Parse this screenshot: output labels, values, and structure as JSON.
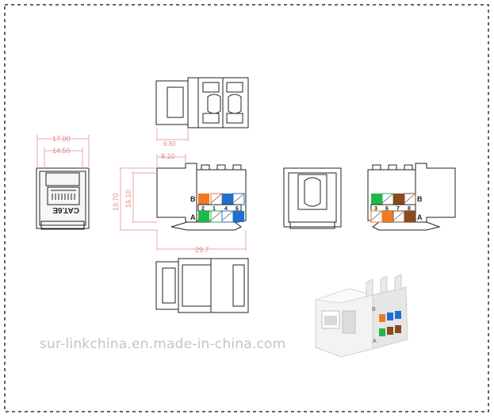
{
  "dimensions": {
    "d17": "17.00",
    "d14": "14.50",
    "d9": "9.80",
    "d8": "8.10",
    "d19": "19.70",
    "d16": "16.10",
    "d29": "29.7"
  },
  "jack_label": "CAT.6E",
  "row_b": "B",
  "row_a": "A",
  "pins_left": [
    "2",
    "1",
    "4",
    "6"
  ],
  "pins_right": [
    "3",
    "6",
    "7",
    "8"
  ],
  "watermark": "sur-linkchina.en.made-in-china.com",
  "colors": {
    "orange": "#f07a23",
    "blue": "#1f6fd0",
    "green": "#1fb84a",
    "brown": "#8a4a1c",
    "dim_line": "#e8a7a7",
    "outline": "#222222",
    "frame": "#333333"
  }
}
